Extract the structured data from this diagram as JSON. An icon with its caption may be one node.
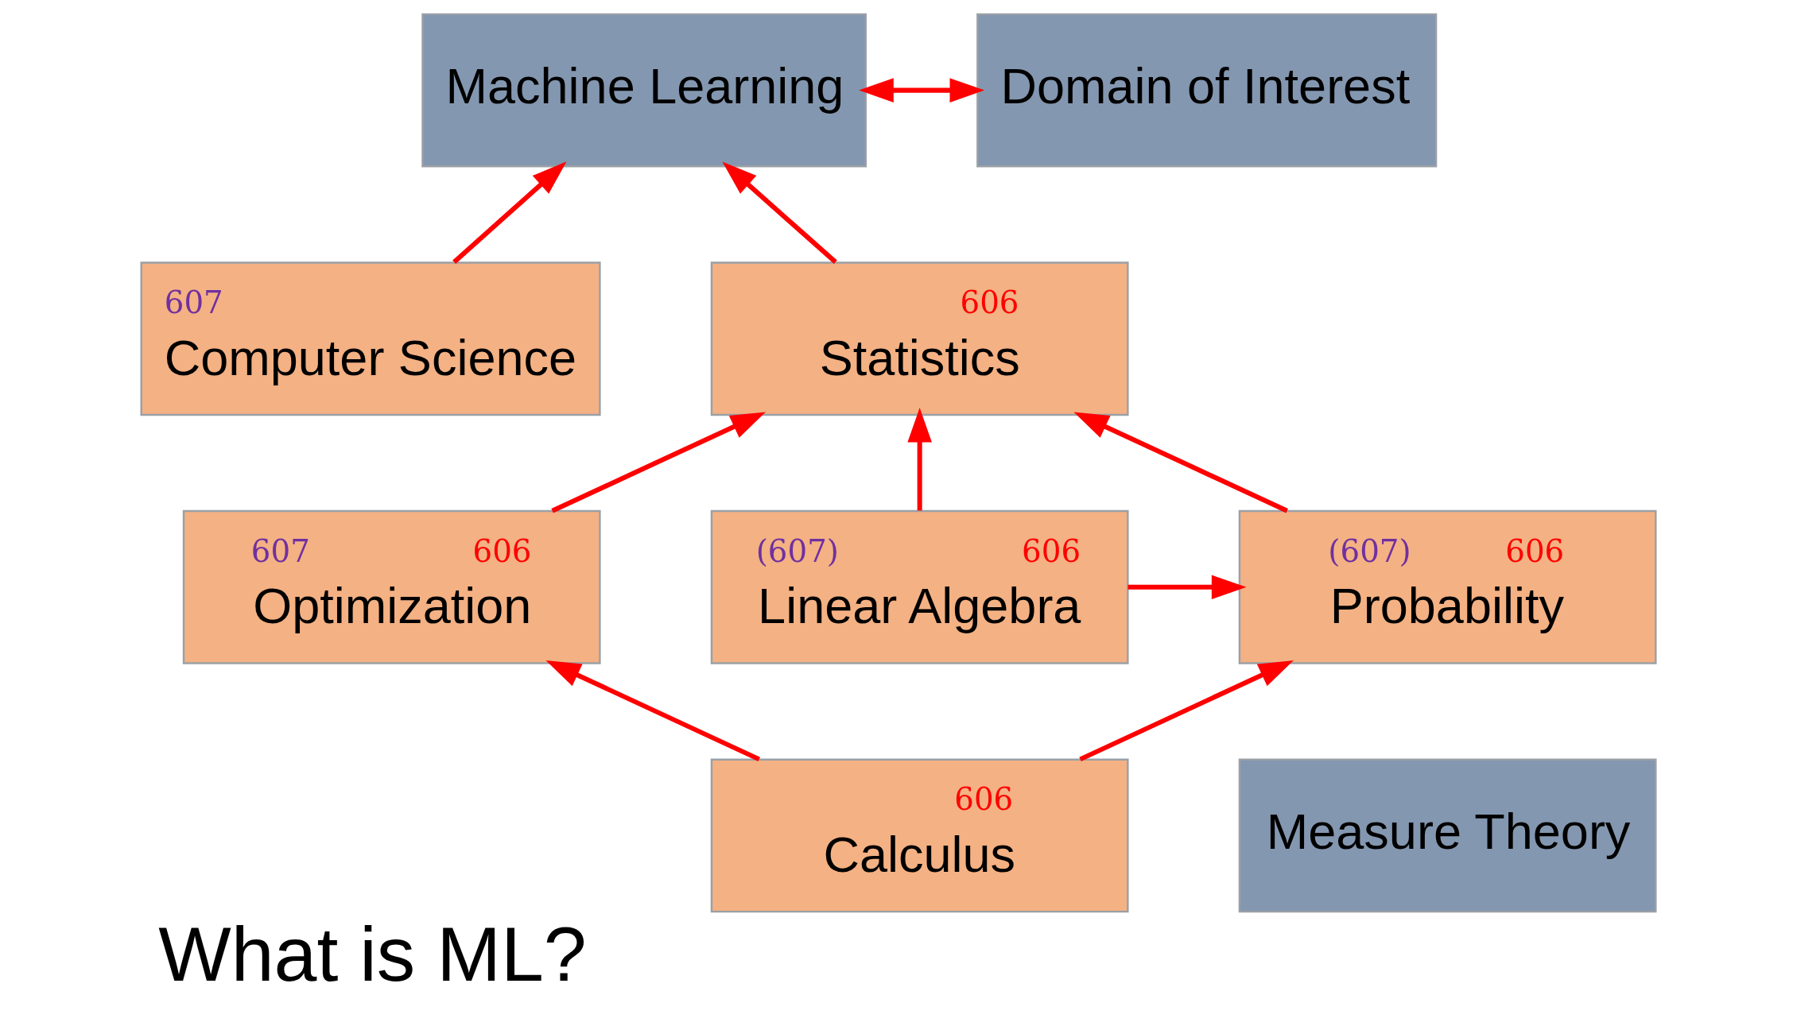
{
  "diagram": {
    "title": "What is ML?",
    "nodes": [
      {
        "text": [
          "607",
          "Computer Science"
        ]
      },
      {
        "text": [
          "Machine Learning"
        ]
      },
      {
        "text": [
          "Domain of Interest"
        ]
      },
      {
        "text": [
          "607",
          "606",
          "Optimization"
        ]
      },
      {
        "text": [
          "606",
          "Statistics"
        ]
      },
      {
        "text": [
          "(607)",
          "606",
          "Linear Algebra"
        ]
      },
      {
        "text": [
          "(607)",
          "606",
          "Probability"
        ]
      },
      {
        "text": [
          "606",
          "Calculus"
        ]
      },
      {
        "text": [
          "Measure Theory"
        ]
      }
    ],
    "edges": [
      {
        "from": 0,
        "to": 1,
        "arrow": "to"
      },
      {
        "from": 1,
        "to": 2,
        "arrow": "both"
      },
      {
        "from": 4,
        "to": 1,
        "arrow": "to"
      },
      {
        "from": 3,
        "to": 4,
        "arrow": "to"
      },
      {
        "from": 5,
        "to": 4,
        "arrow": "to"
      },
      {
        "from": 6,
        "to": 4,
        "arrow": "to"
      },
      {
        "from": 5,
        "to": 6,
        "arrow": "to"
      },
      {
        "from": 7,
        "to": 6,
        "arrow": "to"
      },
      {
        "from": 7,
        "to": 3,
        "arrow": "to"
      }
    ]
  }
}
